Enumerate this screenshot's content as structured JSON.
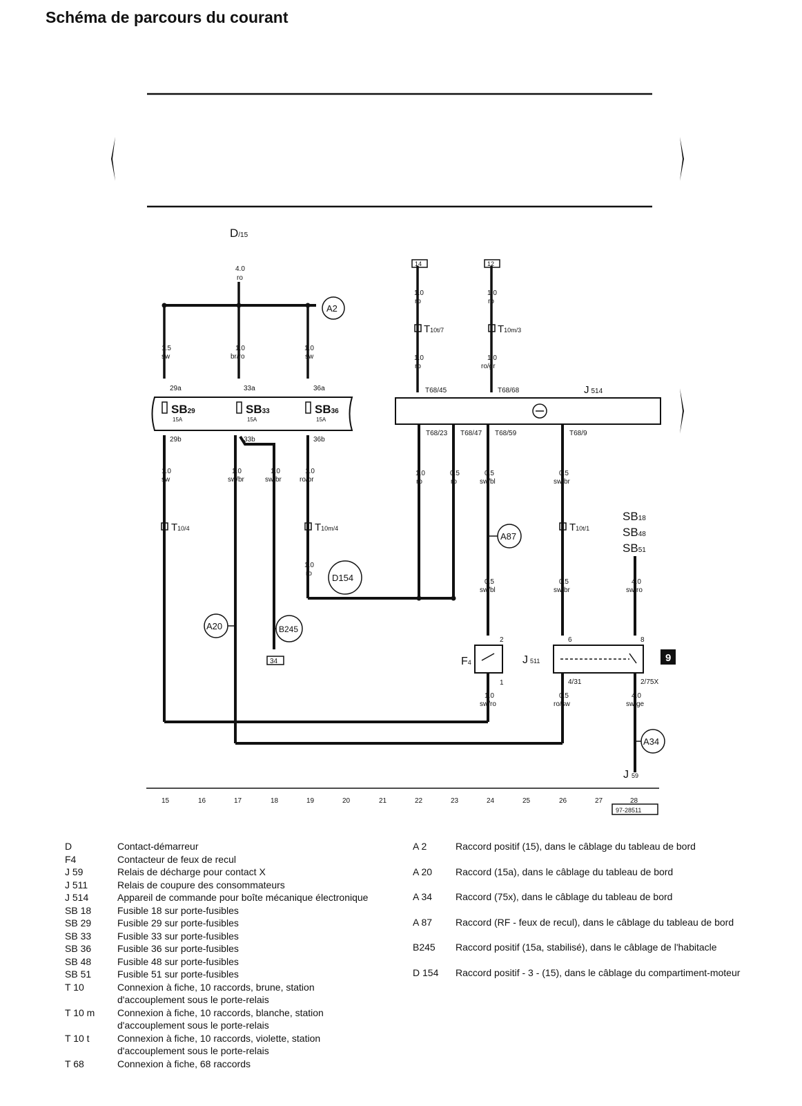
{
  "title": "Schéma de parcours du courant",
  "diagram": {
    "top_nodes": [
      {
        "id": "D",
        "label": "D",
        "sub": "/15",
        "wire": [
          "4.0",
          "ro"
        ]
      },
      {
        "id": "14",
        "label": "14",
        "wire": [
          "1.0",
          "ro"
        ]
      },
      {
        "id": "12",
        "label": "12",
        "wire": [
          "1.0",
          "ro"
        ]
      }
    ],
    "connector_circles": [
      "A2",
      "A87",
      "D154",
      "A20",
      "B245",
      "A34"
    ],
    "fuses": [
      {
        "name": "SB",
        "num": "29",
        "rating": "15A",
        "pin_in": "29a",
        "pin_out": "29b",
        "wire_in": [
          "1.5",
          "sw"
        ],
        "wire_out": [
          "1.0",
          "sw"
        ]
      },
      {
        "name": "SB",
        "num": "33",
        "rating": "15A",
        "pin_in": "33a",
        "pin_out": "33b",
        "wire_in": [
          "1.0",
          "br/ro"
        ],
        "wire_out": [
          "1.0",
          "sw/br"
        ]
      },
      {
        "name": "SB",
        "num": "36",
        "rating": "15A",
        "pin_in": "36a",
        "pin_out": "36b",
        "wire_in": [
          "1.0",
          "sw"
        ],
        "wire_out": [
          "1.0",
          "ro/br"
        ]
      }
    ],
    "extra_wire_33b": [
      "1.0",
      "sw/br"
    ],
    "control_unit": {
      "name": "J",
      "sub": "514",
      "pins_top": [
        "T68/45",
        "T68/68"
      ],
      "pins_bottom": [
        "T68/23",
        "T68/47",
        "T68/59",
        "T68/9"
      ]
    },
    "plug_labels": [
      "T",
      "10/4",
      "T",
      "10m/4",
      "T",
      "10t/7",
      "T",
      "10m/3",
      "T",
      "10t/1"
    ],
    "wires": {
      "t10t7_out": [
        "1.0",
        "ro"
      ],
      "t10m3_out": [
        "1.0",
        "ro/gr"
      ],
      "t10m4_out": [
        "1.0",
        "ro"
      ],
      "t68_23": [
        "1.0",
        "ro"
      ],
      "t68_47": [
        "0.5",
        "ro"
      ],
      "t68_59": [
        "0.5",
        "sw/bl"
      ],
      "t68_9": [
        "0.5",
        "sw/br"
      ],
      "a87_out": [
        "0.5",
        "sw/bl"
      ],
      "t10t1_out": [
        "0.5",
        "sw/br"
      ],
      "sb_out": [
        "4.0",
        "sw/ro"
      ],
      "f4_out": [
        "1.0",
        "sw/ro"
      ],
      "j511_431": [
        "0.5",
        "ro/sw"
      ],
      "j511_275x": [
        "4.0",
        "sw/ge"
      ]
    },
    "sb_stack": [
      {
        "name": "SB",
        "num": "18"
      },
      {
        "name": "SB",
        "num": "48"
      },
      {
        "name": "SB",
        "num": "51"
      }
    ],
    "relay": {
      "name": "J",
      "sub": "511",
      "pin_6": "6",
      "pin_8": "8",
      "pin_431": "4/31",
      "pin_275x": "2/75X",
      "badge": "9"
    },
    "switch": {
      "name": "F",
      "sub": "4",
      "pin_in": "2",
      "pin_out": "1"
    },
    "ground_box": "34",
    "j59": {
      "name": "J",
      "sub": "59"
    },
    "track_numbers": [
      "15",
      "16",
      "17",
      "18",
      "19",
      "20",
      "21",
      "22",
      "23",
      "24",
      "25",
      "26",
      "27",
      "28"
    ],
    "ref": "97-28511"
  },
  "legend_left": [
    {
      "code": "D",
      "text": "Contact-démarreur"
    },
    {
      "code": "F4",
      "text": "Contacteur de feux de recul"
    },
    {
      "code": "J 59",
      "text": "Relais de décharge pour contact X"
    },
    {
      "code": "J 511",
      "text": "Relais de coupure des consommateurs"
    },
    {
      "code": "J 514",
      "text": "Appareil de commande pour boîte mécanique électronique"
    },
    {
      "code": "SB 18",
      "text": "Fusible 18 sur porte-fusibles"
    },
    {
      "code": "SB 29",
      "text": "Fusible 29 sur porte-fusibles"
    },
    {
      "code": "SB 33",
      "text": "Fusible 33 sur porte-fusibles"
    },
    {
      "code": "SB 36",
      "text": "Fusible 36 sur porte-fusibles"
    },
    {
      "code": "SB 48",
      "text": "Fusible 48 sur porte-fusibles"
    },
    {
      "code": "SB 51",
      "text": "Fusible 51 sur porte-fusibles"
    },
    {
      "code": "T 10",
      "text": "Connexion à fiche, 10 raccords, brune, station d'accouplement sous le porte-relais"
    },
    {
      "code": "T 10 m",
      "text": "Connexion à fiche, 10 raccords, blanche, station d'accouplement sous le porte-relais"
    },
    {
      "code": "T 10 t",
      "text": "Connexion à fiche, 10 raccords, violette, station d'accouplement sous le porte-relais"
    },
    {
      "code": "T 68",
      "text": "Connexion à fiche, 68 raccords"
    }
  ],
  "legend_right": [
    {
      "code": "A 2",
      "text": "Raccord positif (15), dans le câblage du tableau de bord"
    },
    {
      "code": "A 20",
      "text": "Raccord (15a), dans le câblage du tableau de bord"
    },
    {
      "code": "A 34",
      "text": "Raccord (75x), dans le câblage du tableau de bord"
    },
    {
      "code": "A 87",
      "text": "Raccord (RF - feux de recul), dans le câblage du tableau de bord"
    },
    {
      "code": "B245",
      "text": "Raccord positif (15a, stabilisé), dans le câblage de l'habitacle"
    },
    {
      "code": "D 154",
      "text": "Raccord positif - 3 - (15), dans le câblage du compartiment-moteur"
    }
  ]
}
